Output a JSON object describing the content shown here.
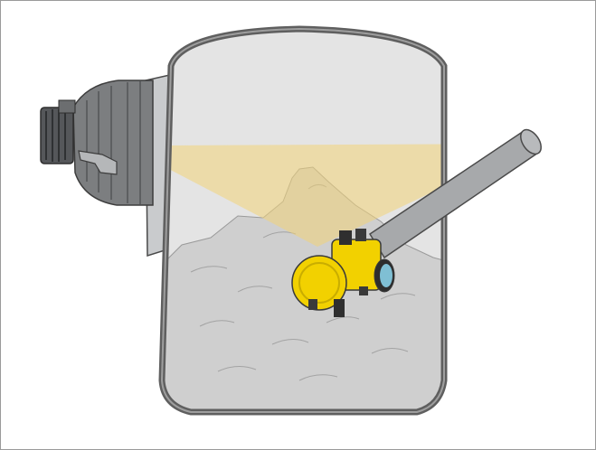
{
  "figure": {
    "caption": "",
    "colors": {
      "frame": "#9a9a9a",
      "tank_wall": "#5f5f5f",
      "tank_interior": "#e4e4e4",
      "bulk_material": "#cfcfcf",
      "beam": "#f2d479",
      "pipe": "#a7a9ab",
      "motor_housing": "#7c7e80",
      "device_body": "#f2d100"
    },
    "parts": [
      {
        "name": "tank",
        "icon": "vessel-icon"
      },
      {
        "name": "bulk-solid-fill",
        "icon": "material-heap-icon"
      },
      {
        "name": "side-motor-unit",
        "icon": "motor-icon"
      },
      {
        "name": "sensor-beam",
        "icon": "beam-cone-icon"
      },
      {
        "name": "support-pipe",
        "icon": "pipe-icon"
      },
      {
        "name": "yellow-sensor-housing",
        "icon": "sensor-housing-icon"
      }
    ]
  }
}
